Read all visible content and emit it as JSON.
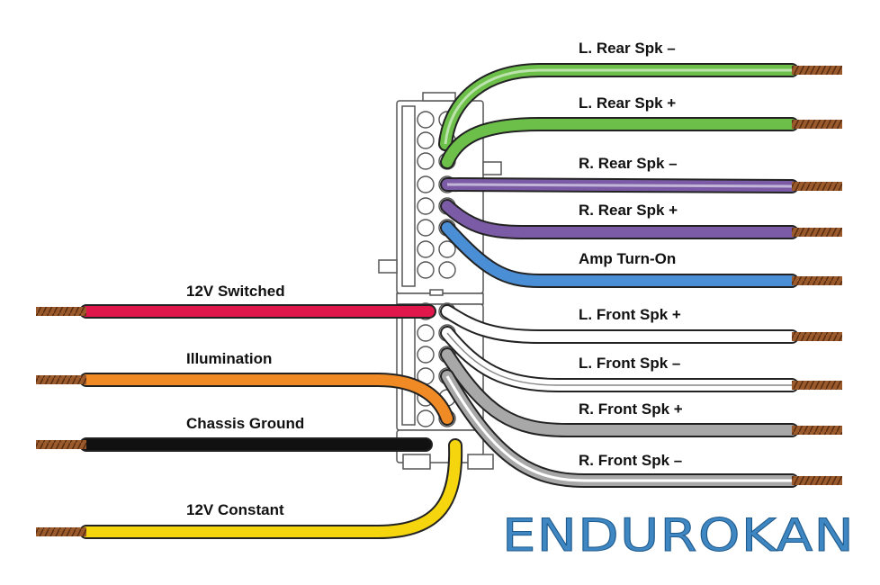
{
  "wires": {
    "l_rear_neg": {
      "label": "L. Rear Spk –",
      "color": "#6cc04a"
    },
    "l_rear_pos": {
      "label": "L. Rear Spk +",
      "color": "#6cc04a"
    },
    "r_rear_neg": {
      "label": "R. Rear Spk –",
      "color": "#7b5ba6"
    },
    "r_rear_pos": {
      "label": "R. Rear Spk +",
      "color": "#7b5ba6"
    },
    "amp_turn_on": {
      "label": "Amp Turn-On",
      "color": "#4a8fd6"
    },
    "l_front_pos": {
      "label": "L. Front Spk +",
      "color": "#ffffff"
    },
    "l_front_neg": {
      "label": "L. Front Spk –",
      "color": "#ffffff"
    },
    "r_front_pos": {
      "label": "R. Front Spk +",
      "color": "#a8a8a8"
    },
    "r_front_neg": {
      "label": "R. Front Spk –",
      "color": "#a8a8a8"
    },
    "v12_switched": {
      "label": "12V Switched",
      "color": "#e0174a"
    },
    "illumination": {
      "label": "Illumination",
      "color": "#f08a24"
    },
    "chassis_ground": {
      "label": "Chassis Ground",
      "color": "#111111"
    },
    "v12_constant": {
      "label": "12V Constant",
      "color": "#f5d60e"
    }
  },
  "colors": {
    "copper": "#8a4a24",
    "connector_outline": "#555555"
  },
  "watermark": {
    "text": "ENDUROKAN"
  }
}
